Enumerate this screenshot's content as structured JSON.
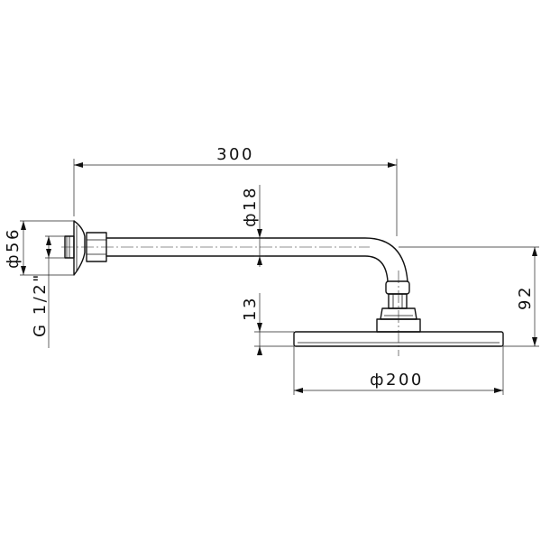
{
  "dimensions": {
    "arm_length": "300",
    "pipe_diameter": "ф18",
    "flange_diameter": "ф56",
    "thread": "G 1/2\"",
    "head_thickness": "13",
    "drop_height": "92",
    "head_diameter": "ф200"
  },
  "colors": {
    "line": "#111111",
    "background": "#ffffff"
  }
}
